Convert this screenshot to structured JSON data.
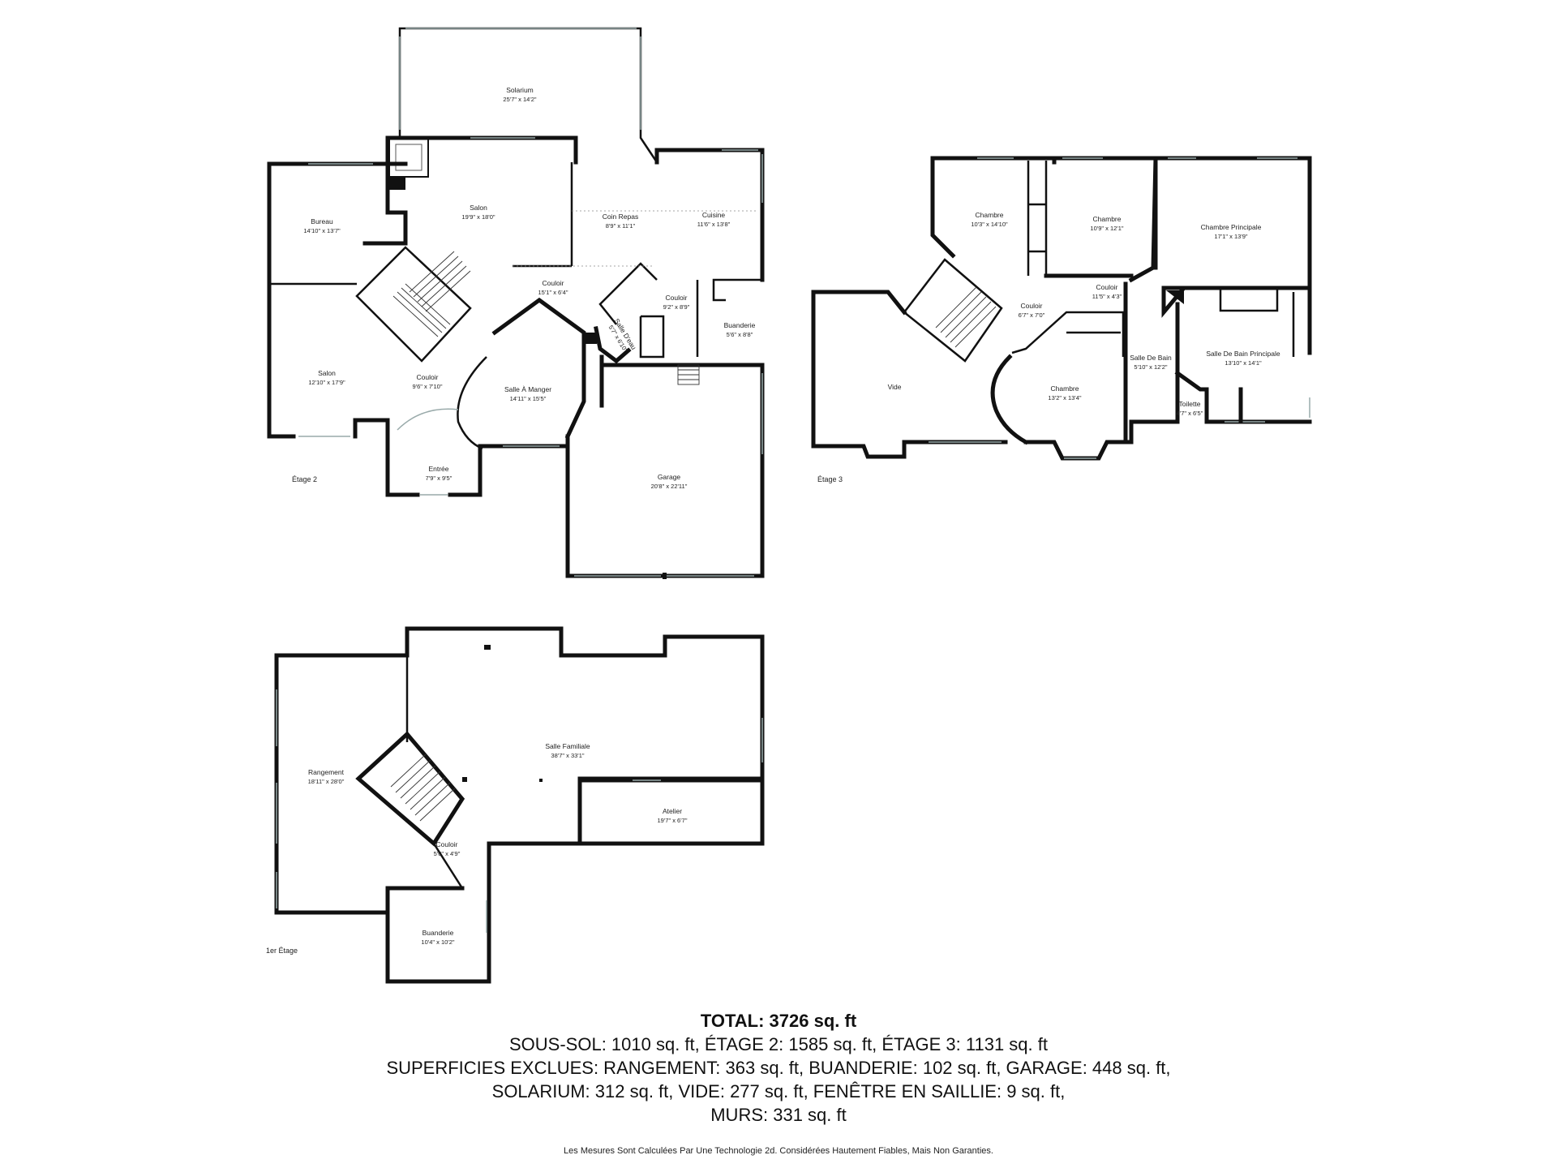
{
  "floors": {
    "etage2": {
      "label": "Étage 2",
      "rooms": {
        "solarium": {
          "name": "Solarium",
          "dims": "25'7\" x 14'2\""
        },
        "bureau": {
          "name": "Bureau",
          "dims": "14'10\" x 13'7\""
        },
        "salon_main": {
          "name": "Salon",
          "dims": "19'9\" x 18'0\""
        },
        "coin_repas": {
          "name": "Coin Repas",
          "dims": "8'9\" x 11'1\""
        },
        "cuisine": {
          "name": "Cuisine",
          "dims": "11'6\" x 13'8\""
        },
        "couloir_main": {
          "name": "Couloir",
          "dims": "15'1\" x 6'4\""
        },
        "couloir_east": {
          "name": "Couloir",
          "dims": "9'2\" x 8'9\""
        },
        "buanderie": {
          "name": "Buanderie",
          "dims": "5'6\" x 8'8\""
        },
        "salle_deau": {
          "name": "Salle D'eau",
          "dims": "5'7\" x 6'10\""
        },
        "salon_west": {
          "name": "Salon",
          "dims": "12'10\" x 17'9\""
        },
        "couloir_west": {
          "name": "Couloir",
          "dims": "9'6\" x 7'10\""
        },
        "salle_manger": {
          "name": "Salle À Manger",
          "dims": "14'11\" x 15'5\""
        },
        "entree": {
          "name": "Entrée",
          "dims": "7'9\" x 9'5\""
        },
        "garage": {
          "name": "Garage",
          "dims": "20'8\" x 22'11\""
        }
      }
    },
    "etage3": {
      "label": "Étage 3",
      "rooms": {
        "chambre1": {
          "name": "Chambre",
          "dims": "10'3\" x 14'10\""
        },
        "chambre2": {
          "name": "Chambre",
          "dims": "10'9\" x 12'1\""
        },
        "chambre_principale": {
          "name": "Chambre Principale",
          "dims": "17'1\" x 13'9\""
        },
        "couloir_a": {
          "name": "Couloir",
          "dims": "6'7\" x 7'0\""
        },
        "couloir_b": {
          "name": "Couloir",
          "dims": "11'5\" x 4'3\""
        },
        "vide": {
          "name": "Vide",
          "dims": ""
        },
        "chambre3": {
          "name": "Chambre",
          "dims": "13'2\" x 13'4\""
        },
        "sdb": {
          "name": "Salle De Bain",
          "dims": "5'10\" x 12'2\""
        },
        "sdb_principale": {
          "name": "Salle De Bain Principale",
          "dims": "13'10\" x 14'1\""
        },
        "toilette": {
          "name": "Toilette",
          "dims": "4'7\" x 6'5\""
        }
      }
    },
    "etage1": {
      "label": "1er Étage",
      "rooms": {
        "rangement": {
          "name": "Rangement",
          "dims": "18'11\" x 28'0\""
        },
        "salle_familiale": {
          "name": "Salle Familiale",
          "dims": "38'7\" x 33'1\""
        },
        "atelier": {
          "name": "Atelier",
          "dims": "19'7\" x 6'7\""
        },
        "couloir": {
          "name": "Couloir",
          "dims": "5'0\" x 4'9\""
        },
        "buanderie": {
          "name": "Buanderie",
          "dims": "10'4\" x 10'2\""
        }
      }
    }
  },
  "summary": {
    "total": "TOTAL: 3726 sq. ft",
    "line1": "SOUS-SOL: 1010 sq. ft, ÉTAGE 2: 1585 sq. ft, ÉTAGE 3: 1131 sq. ft",
    "line2": "SUPERFICIES EXCLUES: RANGEMENT: 363 sq. ft, BUANDERIE: 102 sq. ft, GARAGE: 448 sq. ft,",
    "line3": "SOLARIUM: 312 sq. ft, VIDE: 277 sq. ft, FENÊTRE EN SAILLIE: 9 sq. ft,",
    "line4": "MURS: 331 sq. ft"
  },
  "footnote": "Les Mesures Sont Calculées Par Une Technologie 2d. Considérées Hautement Fiables, Mais Non Garanties."
}
